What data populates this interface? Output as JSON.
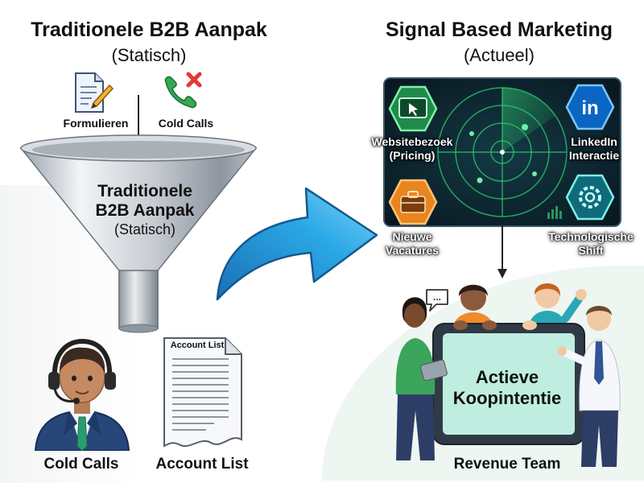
{
  "left": {
    "title": "Traditionele B2B Aanpak",
    "subtitle": "(Statisch)",
    "inputs": {
      "forms_label": "Formulieren",
      "calls_label": "Cold Calls"
    },
    "funnel": {
      "line1": "Traditionele",
      "line2": "B2B Aanpak",
      "line3": "(Statisch)"
    },
    "document_header": "Account List",
    "bottom_labels": {
      "agent": "Cold Calls",
      "list": "Account List"
    }
  },
  "right": {
    "title": "Signal Based Marketing",
    "subtitle": "(Actueel)",
    "signals": {
      "website": {
        "line1": "Websitebezoek",
        "line2": "(Pricing)"
      },
      "linkedin": {
        "line1": "LinkedIn",
        "line2": "Interactie"
      },
      "vacatures": {
        "line1": "Nieuwe",
        "line2": "Vacatures"
      },
      "tech": {
        "line1": "Technologische",
        "line2": "Shift"
      }
    },
    "linkedin_icon_text": "in",
    "speech_bubble": "...",
    "screen": {
      "line1": "Actieve",
      "line2": "Koopintentie"
    },
    "team_label": "Revenue Team"
  },
  "colors": {
    "radar_bg": "#0c2230",
    "radar_green": "#2ecc71",
    "linkedin_blue": "#0a66c2",
    "vacature_orange": "#e8851e",
    "arrow_blue": "#2aa8e6",
    "suit_navy": "#27467a",
    "tie_green": "#2a9d6f",
    "screen_glow": "#bfeee0"
  },
  "icons": [
    "document-pen-icon",
    "phone-cross-icon",
    "funnel-icon",
    "curved-arrow-icon",
    "radar-icon",
    "cursor-icon",
    "linkedin-icon",
    "briefcase-icon",
    "gear-icon",
    "headset-agent-icon",
    "account-list-document-icon",
    "speech-bubble-icon",
    "tablet-screen-icon"
  ]
}
